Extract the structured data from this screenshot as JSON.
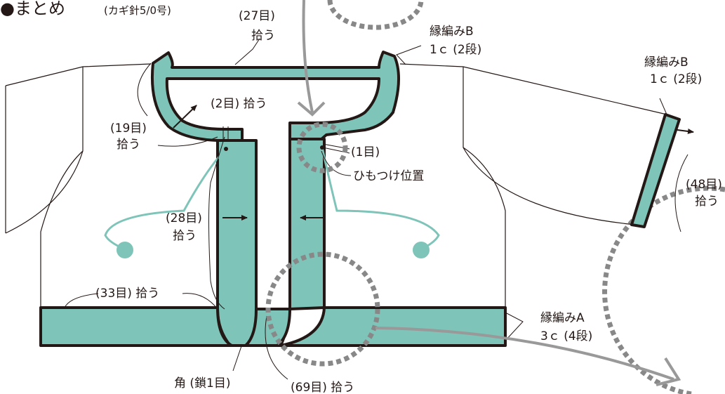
{
  "title": {
    "main": "●まとめ",
    "sub": "(カギ針5/0号)"
  },
  "colors": {
    "band_fill": "#7fc4b8",
    "outline": "#231815",
    "tie_cord": "#7fc4b8",
    "leader_gray": "#999999",
    "dotted_circle": "#888888"
  },
  "labels": {
    "collar_pickup_count": "(27目)",
    "collar_pickup_verb": "拾う",
    "edging_b_top": "縁編みB",
    "edging_b_top_spec": "1ｃ (2段)",
    "edging_b_sleeve": "縁編みB",
    "edging_b_sleeve_spec": "1ｃ (2段)",
    "neck_side_count": "(19目)",
    "neck_side_verb": "拾う",
    "neck_corner": "(2目) 拾う",
    "neck_corner_right": "(1目)",
    "tie_position": "ひもつけ位置",
    "sleeve_count": "(48目)",
    "sleeve_verb": "拾う",
    "front_count": "(28目)",
    "front_verb": "拾う",
    "hem_side": "(33目) 拾う",
    "edging_a": "縁編みA",
    "edging_a_spec": "3ｃ (4段)",
    "corner_chain": "角 (鎖1目)",
    "hem_back": "(69目) 拾う"
  },
  "icons": {
    "pickup_arrow": "arrow-right-icon",
    "tie_button": "circle-bobble-icon",
    "detail_callout": "dotted-circle-icon"
  }
}
